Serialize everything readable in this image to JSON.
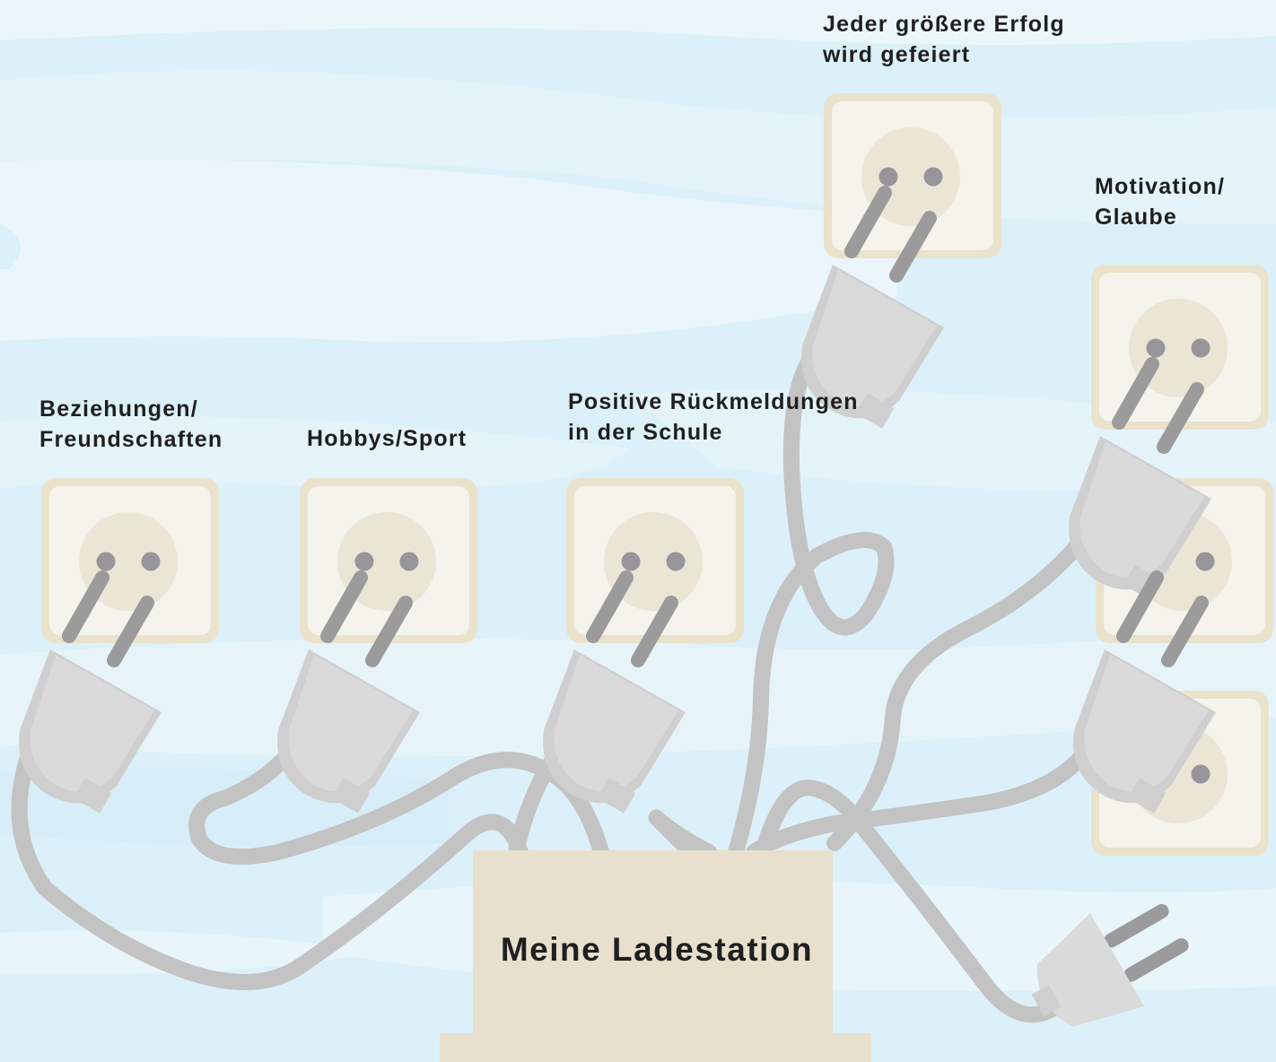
{
  "labels": {
    "relationships": "Beziehungen/\nFreundschaften",
    "hobbies": "Hobbys/Sport",
    "school": "Positive Rückmeldungen\nin der Schule",
    "success": "Jeder größere Erfolg\nwird gefeiert",
    "motivation": "Motivation/\nGlaube"
  },
  "station": {
    "label": "Meine Ladestation"
  },
  "colors": {
    "background": "#dcf0f9",
    "cloud": "#ebf6fb",
    "cable": "#c3c3c3",
    "plug_body": "#dadada",
    "prong": "#9b9b9b",
    "socket_frame": "#ebe2cc",
    "socket_face": "#f4f3ec",
    "socket_disc": "#eae5d5",
    "socket_hole": "#96969a",
    "station": "#e8e0cd"
  },
  "icons": [
    "wall-socket-icon",
    "power-plug-icon",
    "cable-icon"
  ]
}
